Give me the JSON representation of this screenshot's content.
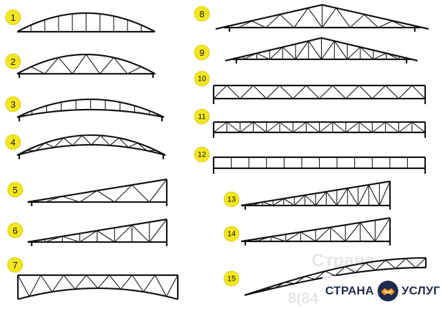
{
  "labels": [
    "1",
    "2",
    "3",
    "4",
    "5",
    "6",
    "7",
    "8",
    "9",
    "10",
    "11",
    "12",
    "13",
    "14",
    "15"
  ],
  "watermark": {
    "site": "Страна",
    "phone": "8(84"
  },
  "brand": {
    "left": "СТРАНА",
    "right": "УСЛУГ"
  },
  "colors": {
    "badge": "#f3e61f",
    "brand_text": "#1e2a4d",
    "line": "#111111"
  },
  "icons": [
    "handshake-icon"
  ]
}
